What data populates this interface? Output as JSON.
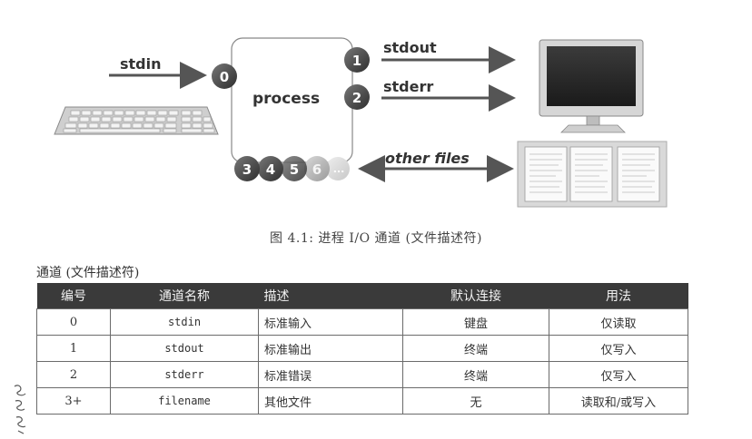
{
  "diagram": {
    "process_label": "process",
    "stdin_label": "stdin",
    "stdout_label": "stdout",
    "stderr_label": "stderr",
    "other_files_label": "other files",
    "fd_in": "0",
    "fd_out": "1",
    "fd_err": "2",
    "fd_more": [
      "3",
      "4",
      "5",
      "6",
      "..."
    ]
  },
  "caption": "图 4.1: 进程 I/O 通道 (文件描述符)",
  "table": {
    "title": "通道 (文件描述符)",
    "headers": [
      "编号",
      "通道名称",
      "描述",
      "默认连接",
      "用法"
    ],
    "rows": [
      [
        "0",
        "stdin",
        "标准输入",
        "键盘",
        "仅读取"
      ],
      [
        "1",
        "stdout",
        "标准输出",
        "终端",
        "仅写入"
      ],
      [
        "2",
        "stderr",
        "标准错误",
        "终端",
        "仅写入"
      ],
      [
        "3+",
        "filename",
        "其他文件",
        "无",
        "读取和/或写入"
      ]
    ]
  }
}
